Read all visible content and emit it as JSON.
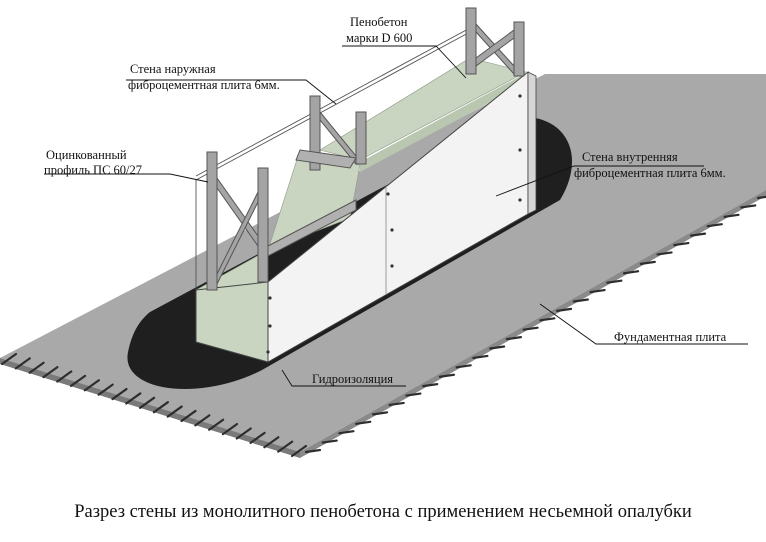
{
  "labels": {
    "foam_concrete_line1": "Пенобетон",
    "foam_concrete_line2": "марки D 600",
    "outer_wall_line1": "Стена наружная",
    "outer_wall_line2": "фиброцементная плита 6мм.",
    "galvanized_line1": "Оцинкованный",
    "galvanized_line2": "профиль ПС 60/27",
    "inner_wall_line1": "Стена внутренняя",
    "inner_wall_line2": "фиброцементная плита 6мм.",
    "foundation": "Фундаментная плита",
    "waterproofing": "Гидроизоляция"
  },
  "caption": "Разрез стены из монолитного пенобетона с применением несьемной опалубки",
  "colors": {
    "slab": "#a9a9a9",
    "slab_edge": "#7c7c7c",
    "waterproofing": "#222222",
    "foam_concrete": "#c9d5c0",
    "panel": "#f4f4f4",
    "profile": "#9c9c9c",
    "rebar": "#333333"
  }
}
